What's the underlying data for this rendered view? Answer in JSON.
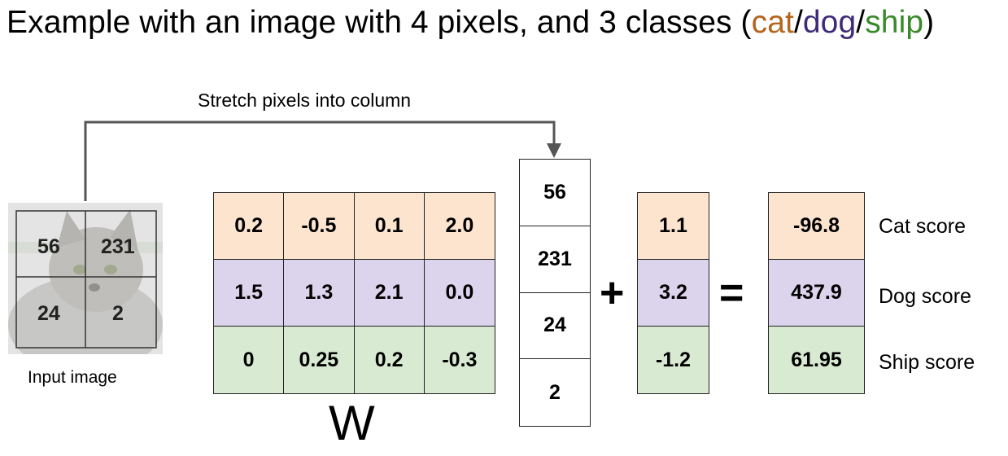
{
  "title": {
    "prefix": "Example with an image with 4 pixels, and 3 classes (",
    "cat": "cat",
    "sep1": "/",
    "dog": "dog",
    "sep2": "/",
    "ship": "ship",
    "suffix": ")"
  },
  "arrow_label": "Stretch pixels into column",
  "input_image": {
    "label": "Input image",
    "pixels": [
      "56",
      "231",
      "24",
      "2"
    ]
  },
  "weights": {
    "label": "W",
    "rows": [
      [
        "0.2",
        "-0.5",
        "0.1",
        "2.0"
      ],
      [
        "1.5",
        "1.3",
        "2.1",
        "0.0"
      ],
      [
        "0",
        "0.25",
        "0.2",
        "-0.3"
      ]
    ]
  },
  "pixel_column": [
    "56",
    "231",
    "24",
    "2"
  ],
  "operators": {
    "plus": "+",
    "equals": "="
  },
  "bias": [
    "1.1",
    "3.2",
    "-1.2"
  ],
  "scores": [
    "-96.8",
    "437.9",
    "61.95"
  ],
  "score_labels": [
    "Cat score",
    "Dog score",
    "Ship score"
  ],
  "colors": {
    "cat": "#b5651d",
    "dog": "#3f2a7a",
    "ship": "#3a8a2c",
    "cat_row": "#fce4cf",
    "dog_row": "#dcd3ec",
    "ship_row": "#d9ead3"
  },
  "icons": [
    "cat-photo"
  ]
}
